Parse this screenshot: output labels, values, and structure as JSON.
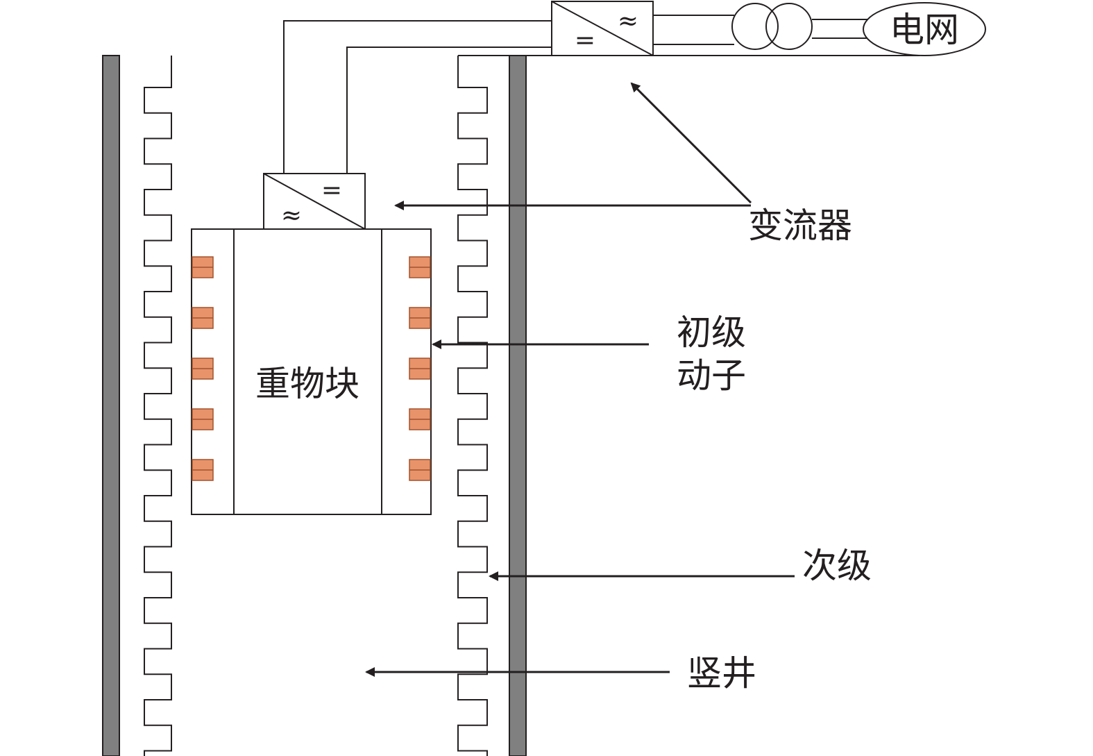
{
  "labels": {
    "grid": "电网",
    "converter": "变流器",
    "primary_line1": "初级",
    "primary_line2": "动子",
    "weight_block": "重物块",
    "secondary": "次级",
    "shaft": "竖井"
  },
  "symbols": {
    "ac": "≈",
    "dc": "="
  },
  "colors": {
    "line": "#231f20",
    "wall": "#808080",
    "coil": "#e8936a",
    "coil_stroke": "#a0522d"
  }
}
